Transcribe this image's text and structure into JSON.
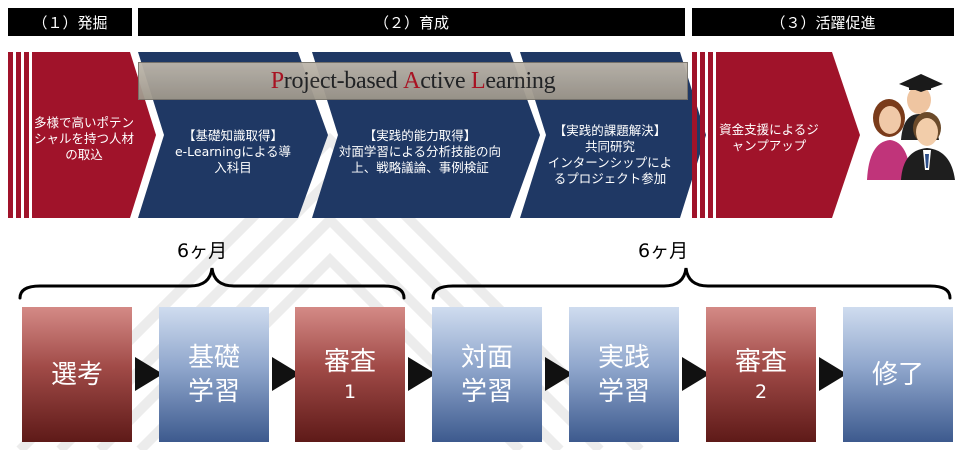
{
  "phases": {
    "discover": "（１）発掘",
    "develop": "（２）育成",
    "promote": "（３）活躍促進"
  },
  "arrows": {
    "a1": "多様で高いポテンシャルを持つ人材の取込",
    "a2_title": "【基礎知識取得】",
    "a2_body": "e-Learningによる導入科目",
    "a3_title": "【実践的能力取得】",
    "a3_body": "対面学習による分析技能の向上、戦略議論、事例検証",
    "a4_title": "【実践的課題解決】",
    "a4_body1": "共同研究",
    "a4_body2": "インターンシップによるプロジェクト参加",
    "a5": "資金支援によるジャンプアップ"
  },
  "pal": {
    "p_cap": "P",
    "p_rest": "roject-based ",
    "a_cap": "A",
    "a_rest": "ctive ",
    "l_cap": "L",
    "l_rest": "earning"
  },
  "durations": {
    "first": "6ヶ月",
    "second": "6ヶ月"
  },
  "steps": [
    {
      "line1": "選考",
      "line2": ""
    },
    {
      "line1": "基礎",
      "line2": "学習"
    },
    {
      "line1": "審査",
      "line2": "1"
    },
    {
      "line1": "対面",
      "line2": "学習"
    },
    {
      "line1": "実践",
      "line2": "学習"
    },
    {
      "line1": "審査",
      "line2": "2"
    },
    {
      "line1": "修了",
      "line2": ""
    }
  ],
  "colors": {
    "red": "#a0132a",
    "navy": "#1f3864",
    "black": "#000000"
  },
  "icons": {
    "people": "graduates-people-icon"
  }
}
